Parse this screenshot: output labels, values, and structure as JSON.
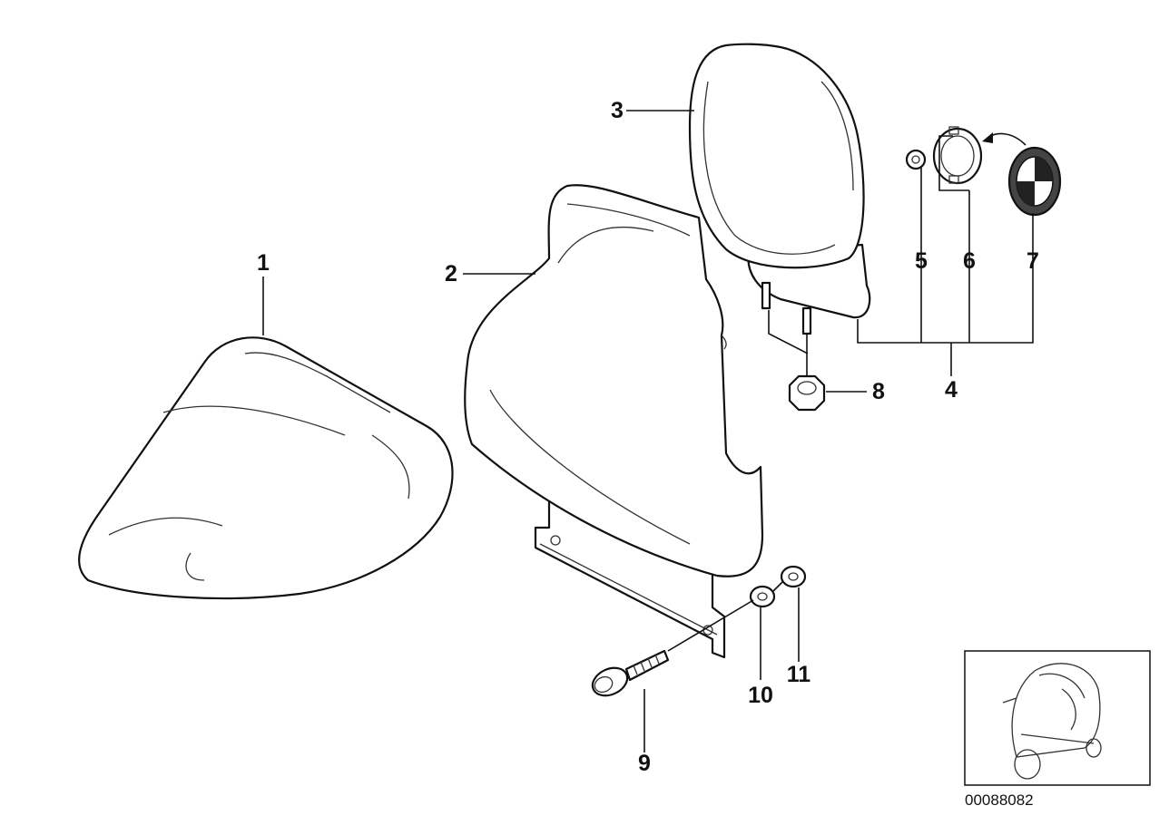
{
  "diagram": {
    "parts": [
      {
        "callout": "1",
        "name": "side trim panel"
      },
      {
        "callout": "2",
        "name": "backrest"
      },
      {
        "callout": "3",
        "name": "headrest"
      },
      {
        "callout": "4",
        "name": "headrest assembly"
      },
      {
        "callout": "5",
        "name": "nut"
      },
      {
        "callout": "6",
        "name": "retaining ring"
      },
      {
        "callout": "7",
        "name": "badge"
      },
      {
        "callout": "8",
        "name": "hex nut"
      },
      {
        "callout": "9",
        "name": "screw"
      },
      {
        "callout": "10",
        "name": "washer"
      },
      {
        "callout": "11",
        "name": "washer"
      }
    ],
    "callouts": {
      "c1": "1",
      "c2": "2",
      "c3": "3",
      "c4": "4",
      "c5": "5",
      "c6": "6",
      "c7": "7",
      "c8": "8",
      "c9": "9",
      "c10": "10",
      "c11": "11"
    },
    "diagram_number": "00088082",
    "colors": {
      "line": "#111111",
      "background": "#ffffff"
    }
  }
}
